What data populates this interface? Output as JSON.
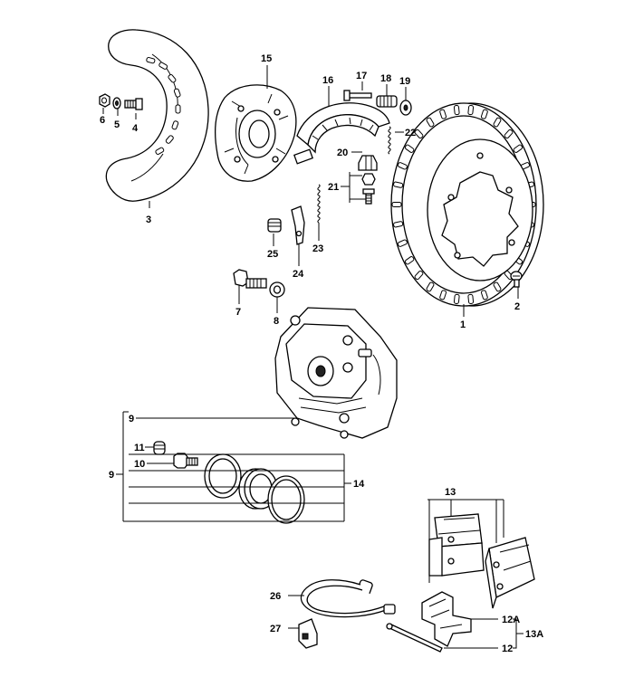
{
  "callouts": [
    {
      "id": "c1",
      "text": "1"
    },
    {
      "id": "c2",
      "text": "2"
    },
    {
      "id": "c3",
      "text": "3"
    },
    {
      "id": "c4",
      "text": "4"
    },
    {
      "id": "c5",
      "text": "5"
    },
    {
      "id": "c6",
      "text": "6"
    },
    {
      "id": "c7",
      "text": "7"
    },
    {
      "id": "c8",
      "text": "8"
    },
    {
      "id": "c9a",
      "text": "9"
    },
    {
      "id": "c9b",
      "text": "9"
    },
    {
      "id": "c10",
      "text": "10"
    },
    {
      "id": "c11",
      "text": "11"
    },
    {
      "id": "c12",
      "text": "12"
    },
    {
      "id": "c12a",
      "text": "12A"
    },
    {
      "id": "c13",
      "text": "13"
    },
    {
      "id": "c13a",
      "text": "13A"
    },
    {
      "id": "c14",
      "text": "14"
    },
    {
      "id": "c15",
      "text": "15"
    },
    {
      "id": "c16",
      "text": "16"
    },
    {
      "id": "c17",
      "text": "17"
    },
    {
      "id": "c18",
      "text": "18"
    },
    {
      "id": "c19",
      "text": "19"
    },
    {
      "id": "c20",
      "text": "20"
    },
    {
      "id": "c21",
      "text": "21"
    },
    {
      "id": "c22",
      "text": "22"
    },
    {
      "id": "c23",
      "text": "23"
    },
    {
      "id": "c24",
      "text": "24"
    },
    {
      "id": "c25",
      "text": "25"
    },
    {
      "id": "c26",
      "text": "26"
    },
    {
      "id": "c27",
      "text": "27"
    }
  ]
}
